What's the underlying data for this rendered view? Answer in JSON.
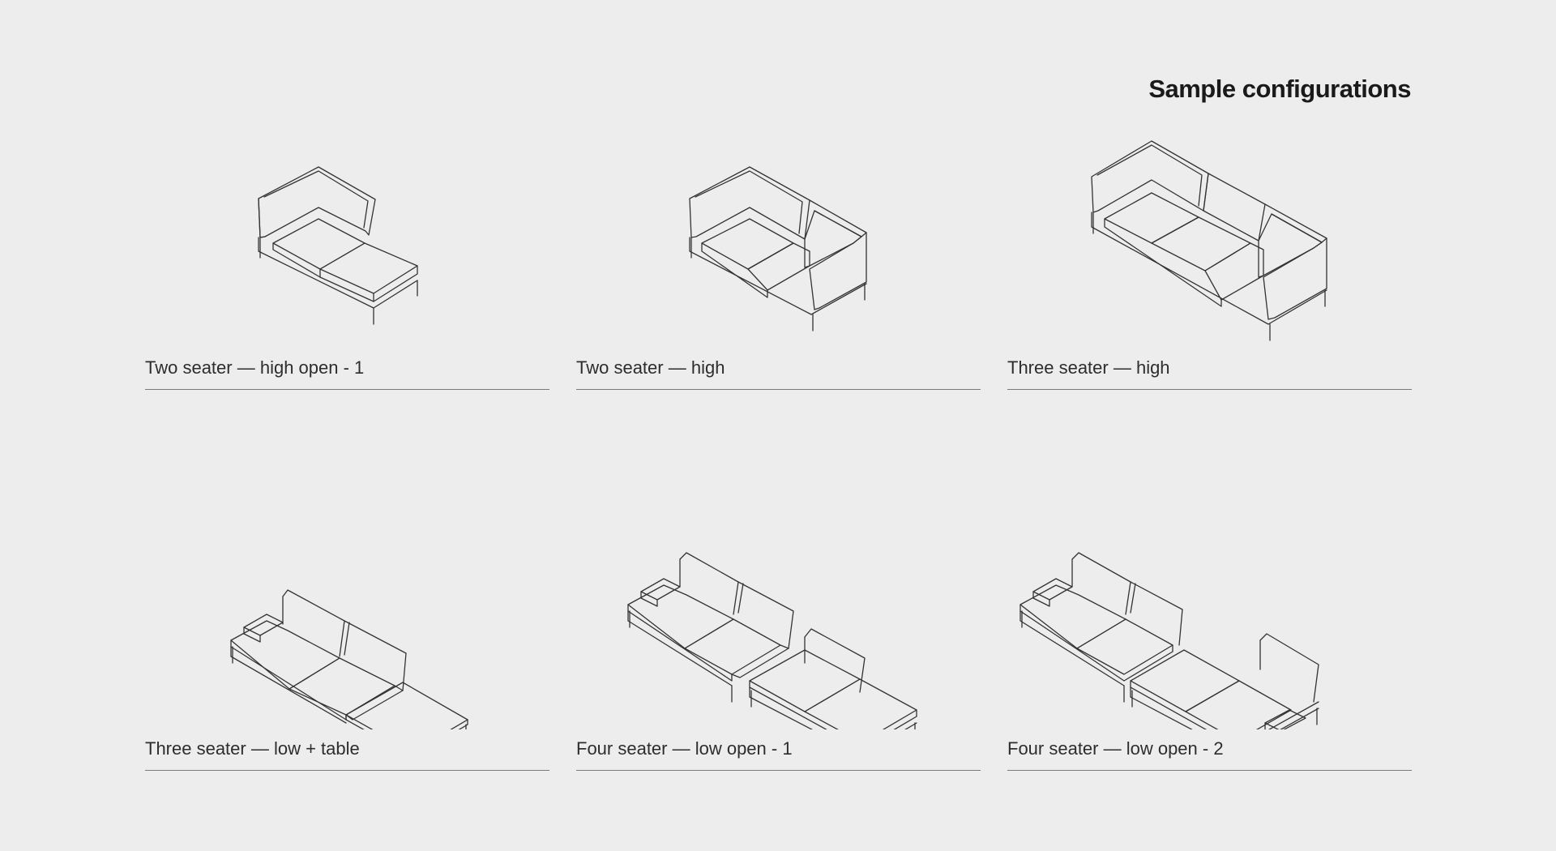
{
  "page": {
    "title": "Sample configurations"
  },
  "configurations": [
    {
      "label": "Two seater — high open - 1",
      "icon": "sofa-two-seater-high-open-icon"
    },
    {
      "label": "Two seater — high",
      "icon": "sofa-two-seater-high-icon"
    },
    {
      "label": "Three seater — high",
      "icon": "sofa-three-seater-high-icon"
    },
    {
      "label": "Three seater — low + table",
      "icon": "sofa-three-seater-low-table-icon"
    },
    {
      "label": "Four seater — low open - 1",
      "icon": "sofa-four-seater-low-open-1-icon"
    },
    {
      "label": "Four seater — low open - 2",
      "icon": "sofa-four-seater-low-open-2-icon"
    }
  ],
  "colors": {
    "background": "#ededed",
    "line": "#333333",
    "text": "#2d2d2d"
  }
}
